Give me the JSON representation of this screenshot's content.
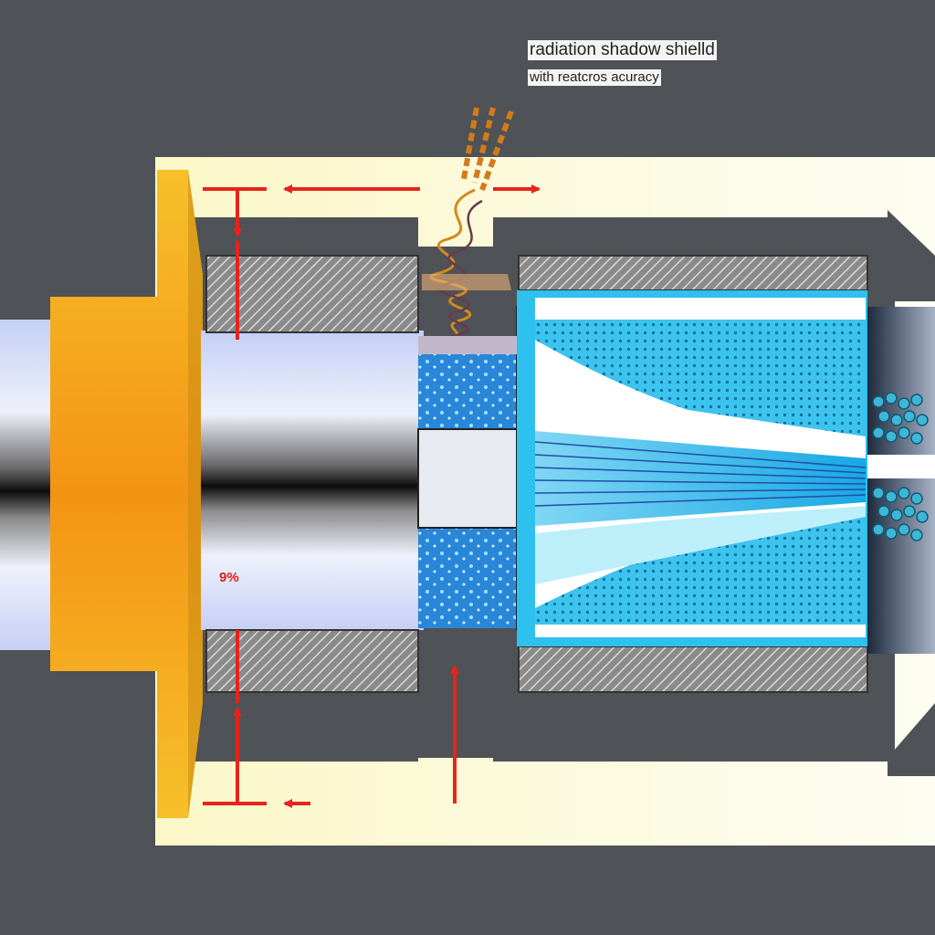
{
  "labels": {
    "title": "radiation shadow shielld",
    "subtitle": "with reatcros acuracy",
    "percent": "9%"
  },
  "colors": {
    "background": "#4f5256",
    "housing": "#fbf7c8",
    "flange": "#f2a81c",
    "arrow": "#e8231a",
    "coolant": "#29b6e8",
    "hatch": "#7a7a7a"
  },
  "icons": {
    "heat_wave": "zigzag-wave-icon",
    "flow_arrow": "arrow-icon"
  }
}
